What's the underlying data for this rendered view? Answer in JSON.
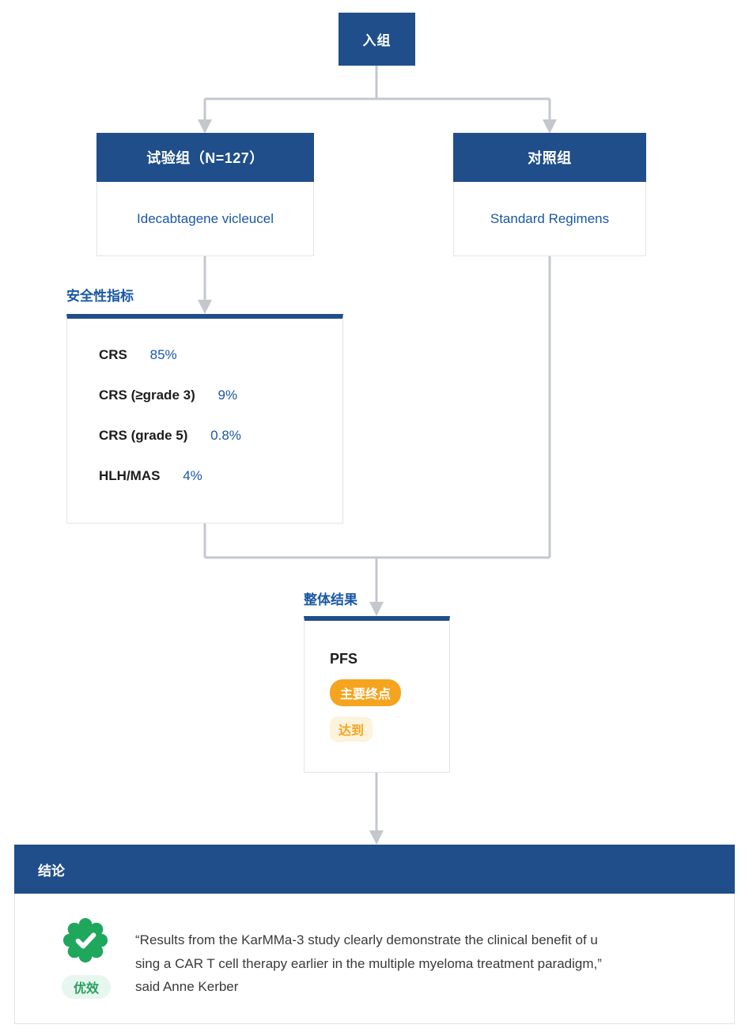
{
  "palette": {
    "primary_blue": "#1F4E8A",
    "text_blue": "#1A57A5",
    "orange": "#F5A41F",
    "orange_pale": "#FDF3DC",
    "green": "#1FA75C",
    "green_pale": "#E7F6EE",
    "connector_gray": "#C4C8CD"
  },
  "nodes": {
    "enroll": {
      "label": "入组"
    },
    "trial": {
      "header": "试验组（N=127）",
      "body": "Idecabtagene vicleucel"
    },
    "control": {
      "header": "对照组",
      "body": "Standard Regimens"
    },
    "safety": {
      "title": "安全性指标",
      "rows": [
        {
          "label": "CRS",
          "value": "85%"
        },
        {
          "label": "CRS (≥grade 3)",
          "value": "9%"
        },
        {
          "label": "CRS (grade 5)",
          "value": "0.8%"
        },
        {
          "label": "HLH/MAS",
          "value": "4%"
        }
      ]
    },
    "overall": {
      "title": "整体结果",
      "metric": "PFS",
      "primary_badge": "主要终点",
      "status_badge": "达到"
    },
    "conclusion": {
      "title": "结论",
      "verdict_badge": "优效",
      "quote_lines": [
        "“Results from the KarMMa-3 study clearly demonstrate the clinical benefit of u",
        "sing a CAR T cell therapy earlier in the multiple myeloma treatment paradigm,”",
        "said Anne Kerber"
      ]
    }
  }
}
